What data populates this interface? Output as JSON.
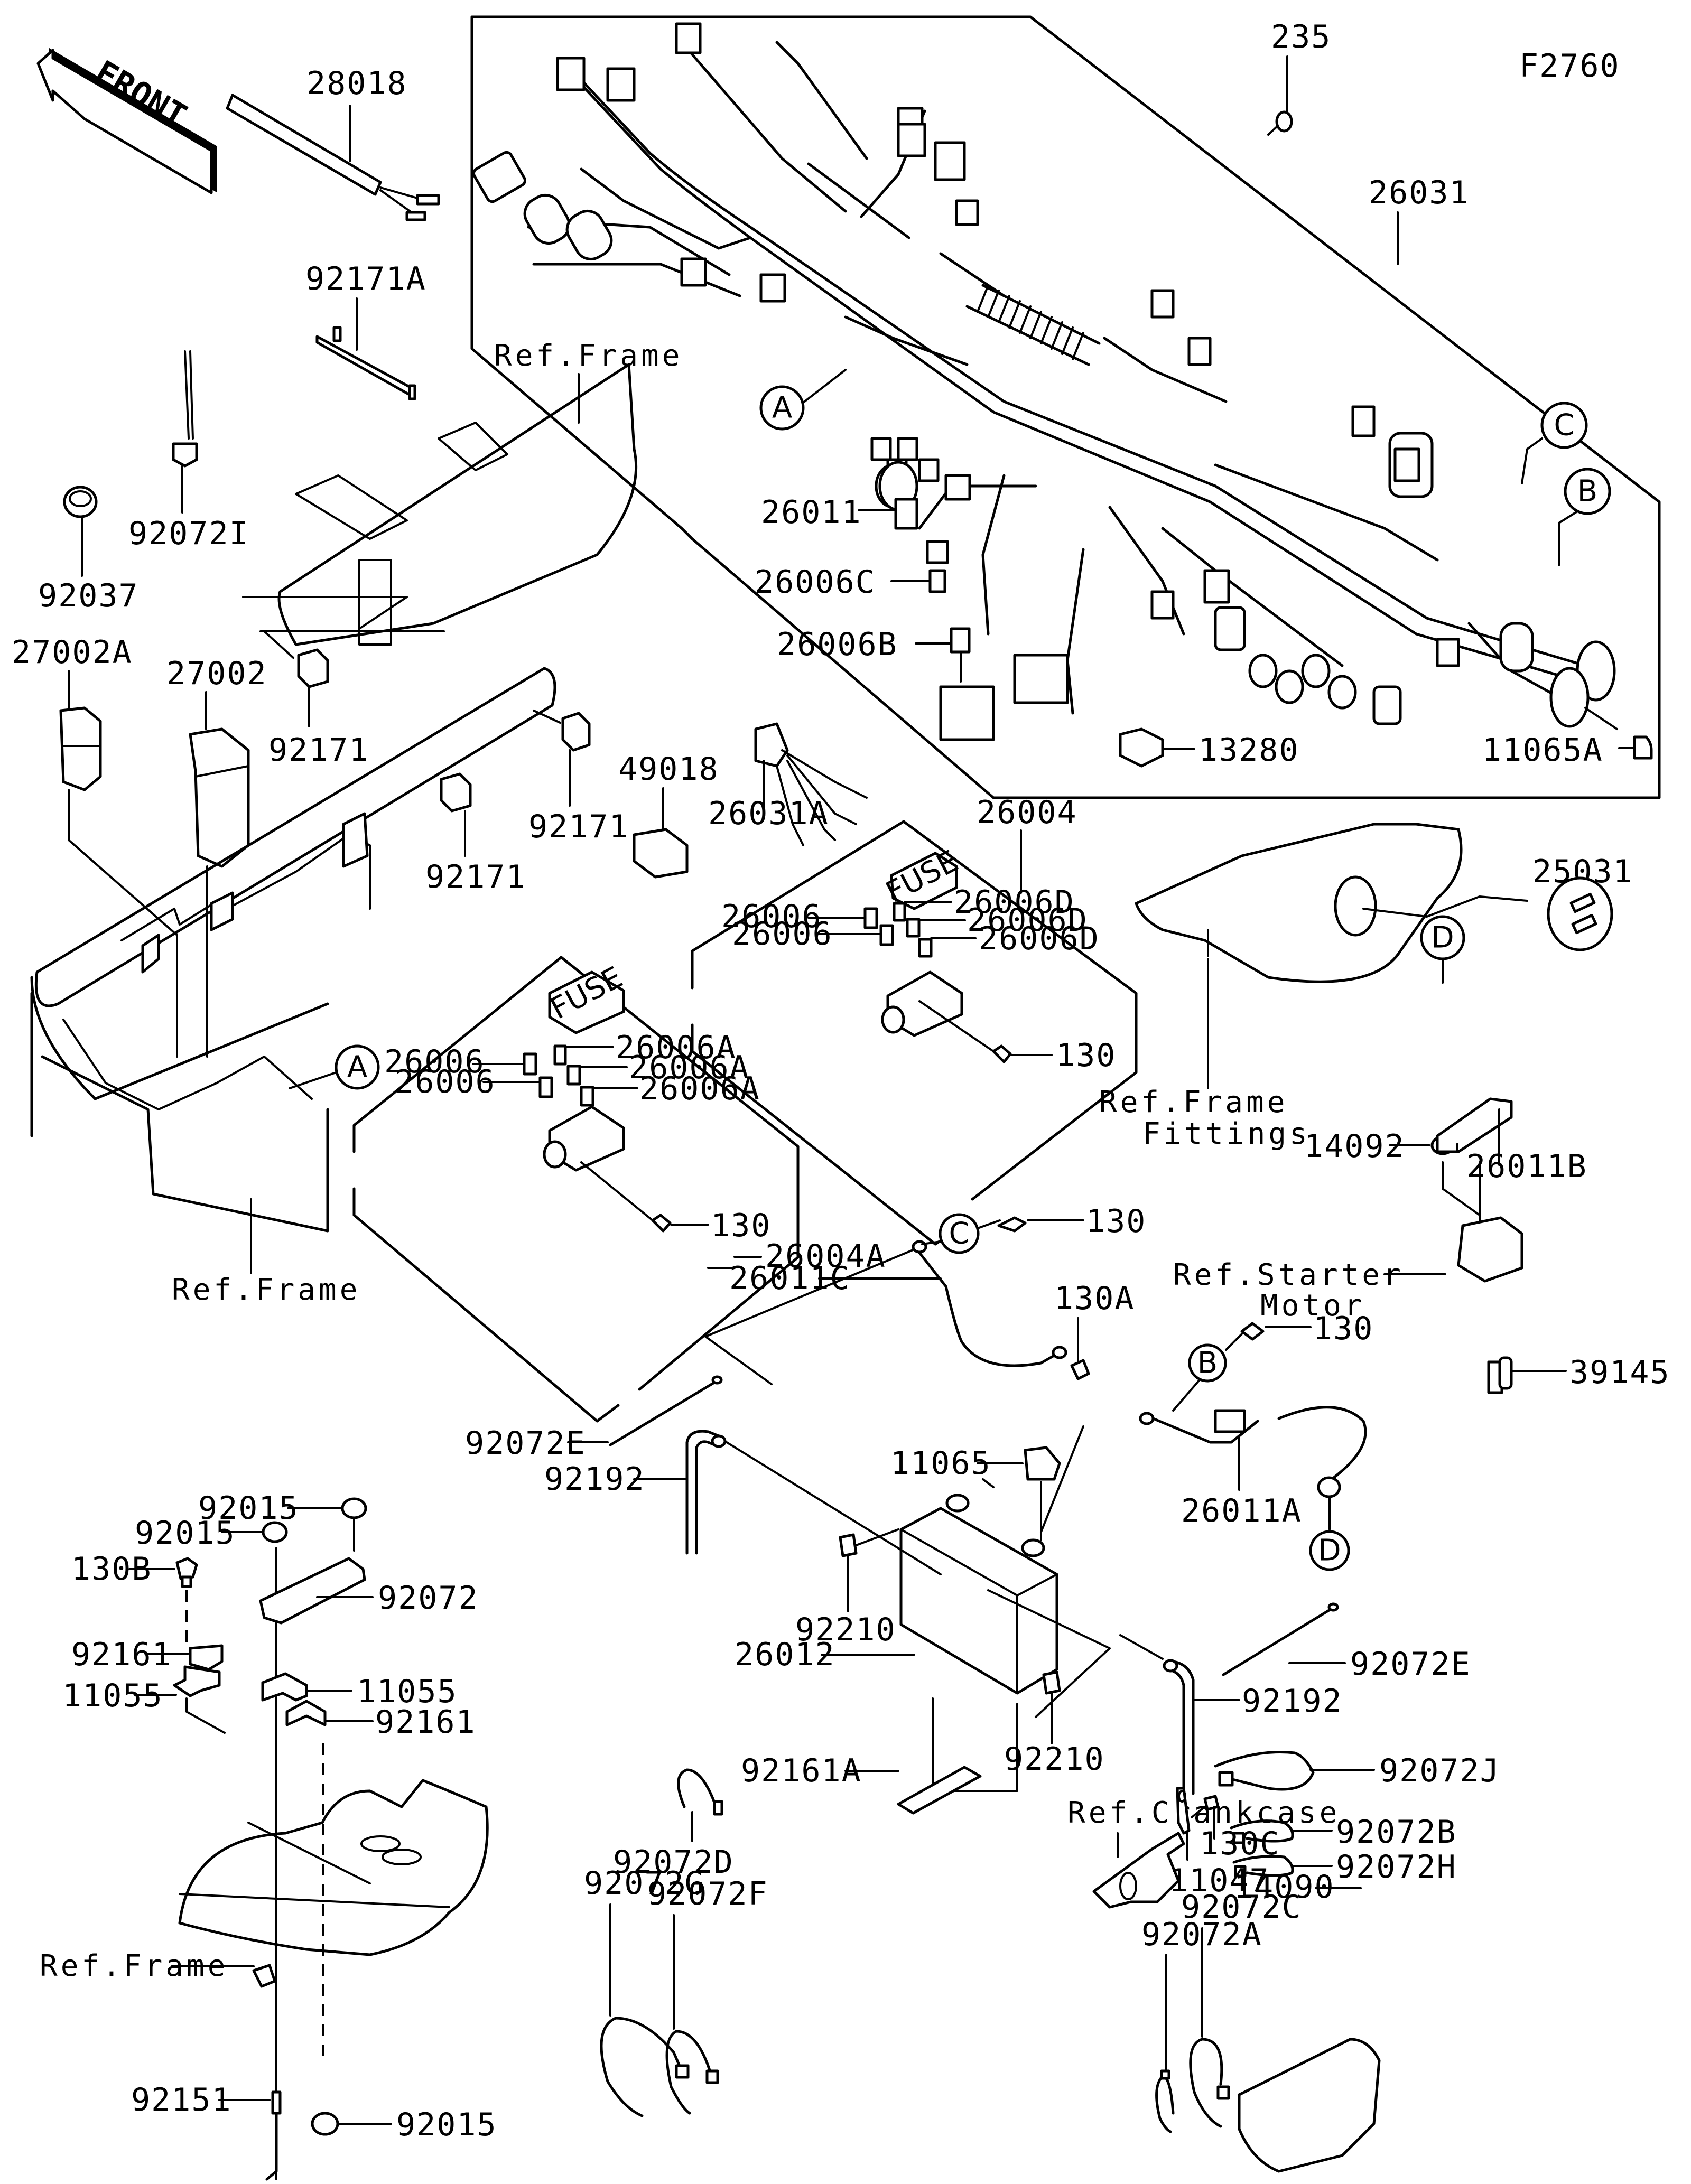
{
  "diagram": {
    "figure_code": "F2760",
    "direction_label": "FRONT",
    "reference_labels": {
      "frame_top": "Ref.Frame",
      "frame_left": "Ref.Frame",
      "frame_bottom": "Ref.Frame",
      "frame_fittings_1": "Ref.Frame",
      "frame_fittings_2": "Fittings",
      "starter_motor_1": "Ref.Starter",
      "starter_motor_2": "Motor",
      "crankcase": "Ref.Crankcase"
    },
    "callouts": {
      "A1": "A",
      "A2": "A",
      "B1": "B",
      "B2": "B",
      "C1": "C",
      "C2": "C",
      "D1": "D",
      "D2": "D"
    },
    "parts": {
      "p28018": "28018",
      "p92171A": "92171A",
      "p92072I": "92072I",
      "p92037": "92037",
      "p235": "235",
      "p26031": "26031",
      "p26011": "26011",
      "p26006C": "26006C",
      "p26006B": "26006B",
      "p13280": "13280",
      "p11065A": "11065A",
      "p27002A": "27002A",
      "p27002": "27002",
      "p92171_a": "92171",
      "p92171_b": "92171",
      "p92171_c": "92171",
      "p49018": "49018",
      "p26031A": "26031A",
      "p26004": "26004",
      "p26006_d1": "26006",
      "p26006_d2": "26006",
      "p26006D_1": "26006D",
      "p26006D_2": "26006D",
      "p26006D_3": "26006D",
      "p130_1": "130",
      "p26006_a1": "26006",
      "p26006_a2": "26006",
      "p26006A_1": "26006A",
      "p26006A_2": "26006A",
      "p26006A_3": "26006A",
      "p26004A": "26004A",
      "p130_2": "130",
      "p25031": "25031",
      "p14092": "14092",
      "p26011B": "26011B",
      "p130_3": "130",
      "p26011C": "26011C",
      "p130A": "130A",
      "p130_4": "130",
      "p39145": "39145",
      "p92072E_1": "92072E",
      "p92192_1": "92192",
      "p11065": "11065",
      "p26011A": "26011A",
      "p92015_1": "92015",
      "p92015_2": "92015",
      "p130B": "130B",
      "p92072": "92072",
      "p92161_1": "92161",
      "p11055_1": "11055",
      "p11055_2": "11055",
      "p92161_2": "92161",
      "p92210_1": "92210",
      "p26012": "26012",
      "p92072E_2": "92072E",
      "p92192_2": "92192",
      "p92210_2": "92210",
      "p92161A": "92161A",
      "p92072J": "92072J",
      "p92072B": "92072B",
      "p130C": "130C",
      "p11047": "11047",
      "p92072H": "92072H",
      "p92072D": "92072D",
      "p92151": "92151",
      "p92015_3": "92015",
      "p92072G": "92072G",
      "p92072F": "92072F",
      "p92072C": "92072C",
      "p14090": "14090",
      "p92072A": "92072A"
    },
    "fuse_box_text": "FUSE"
  }
}
